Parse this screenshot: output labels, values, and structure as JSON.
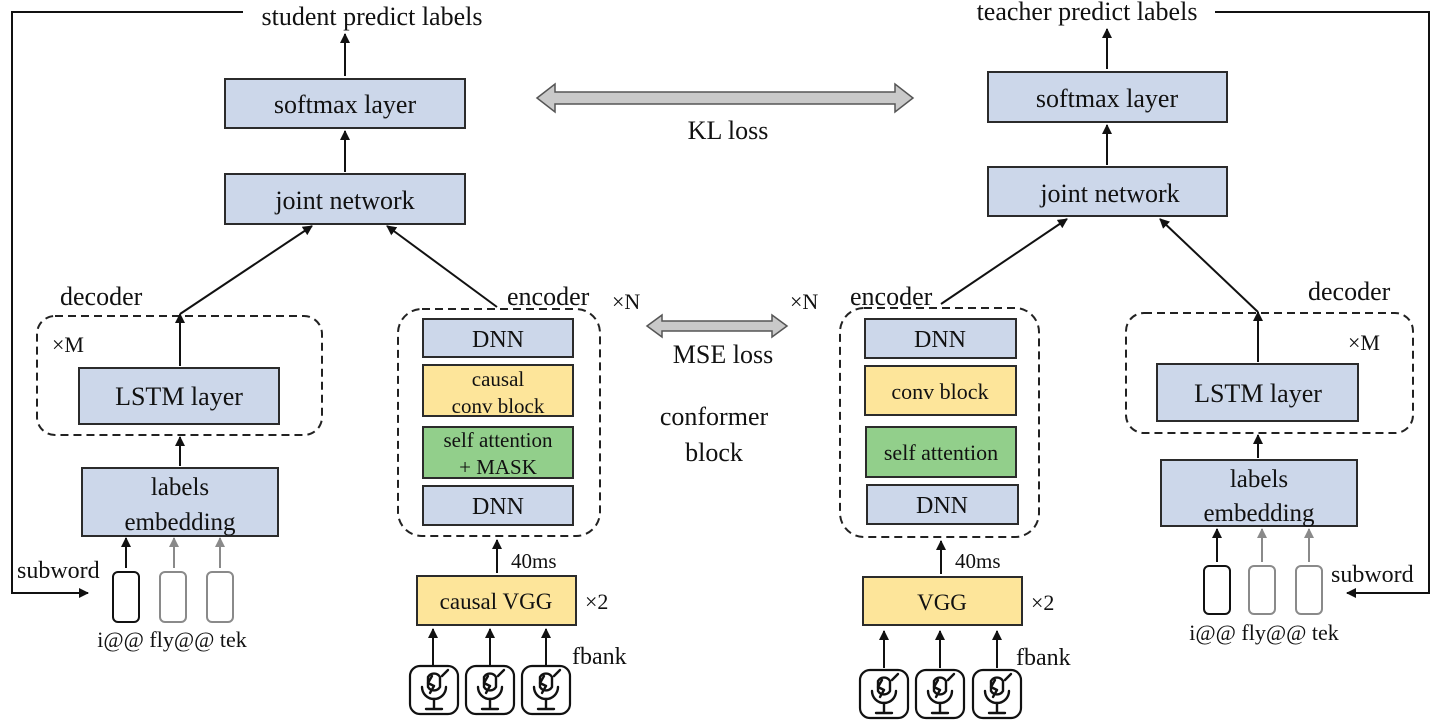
{
  "student": {
    "output_label": "student predict labels",
    "softmax": "softmax layer",
    "joint": "joint network",
    "decoder_title": "decoder",
    "decoder_repeat": "×M",
    "lstm": "LSTM layer",
    "embedding_line1": "labels",
    "embedding_line2": "embedding",
    "subword": "subword",
    "tokens": "i@@ fly@@ tek",
    "encoder_title": "encoder",
    "encoder_repeat": "×N",
    "enc_dnn_top": "DNN",
    "enc_conv_line1": "causal",
    "enc_conv_line2": "conv block",
    "enc_attn_line1": "self attention",
    "enc_attn_line2": "+ MASK",
    "enc_dnn_bottom": "DNN",
    "frame_rate": "40ms",
    "vgg": "causal VGG",
    "vgg_repeat": "×2",
    "fbank": "fbank"
  },
  "teacher": {
    "output_label": "teacher predict labels",
    "softmax": "softmax layer",
    "joint": "joint network",
    "decoder_title": "decoder",
    "decoder_repeat": "×M",
    "lstm": "LSTM layer",
    "embedding_line1": "labels",
    "embedding_line2": "embedding",
    "subword": "subword",
    "tokens": "i@@ fly@@ tek",
    "encoder_title": "encoder",
    "encoder_repeat": "×N",
    "enc_dnn_top": "DNN",
    "enc_conv": "conv block",
    "enc_attn": "self attention",
    "enc_dnn_bottom": "DNN",
    "frame_rate": "40ms",
    "vgg": "VGG",
    "vgg_repeat": "×2",
    "fbank": "fbank"
  },
  "middle": {
    "kl_loss": "KL loss",
    "mse_loss": "MSE loss",
    "conformer_line1": "conformer",
    "conformer_line2": "block"
  },
  "icons": {
    "microphone": "microphone-icon",
    "double_arrow": "double-arrow-icon"
  },
  "colors": {
    "blue_box": "#ccd7ea",
    "yellow_box": "#fde59a",
    "green_box": "#92cf8b",
    "arrow_gray": "#c9c9c9"
  }
}
